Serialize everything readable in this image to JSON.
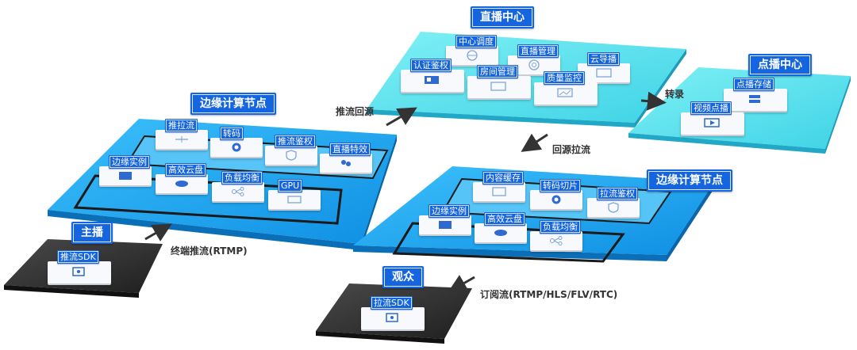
{
  "nodes": {
    "live_center": "直播中心",
    "vod_center": "点播中心",
    "edge_left": "边缘计算节点",
    "edge_right": "边缘计算节点",
    "anchor": "主播",
    "audience": "观众"
  },
  "live_center_modules": [
    "中心调度",
    "直播管理",
    "云导播",
    "认证鉴权",
    "房间管理",
    "质量监控"
  ],
  "vod_center_modules": [
    "点播存储",
    "视频点播"
  ],
  "edge_left_modules": [
    "推拉流",
    "转码",
    "推流鉴权",
    "直播特效",
    "边缘实例",
    "高效云盘",
    "负载均衡",
    "GPU"
  ],
  "edge_right_modules": [
    "内容缓存",
    "转码切片",
    "拉流鉴权",
    "边缘实例",
    "高效云盘",
    "负载均衡"
  ],
  "anchor_module": "推流SDK",
  "audience_module": "拉流SDK",
  "edges": {
    "push_back": "推流回源",
    "transcribe": "转录",
    "pull_back": "回源拉流",
    "terminal_push": "终端推流(RTMP)",
    "subscribe": "订阅流(RTMP/HLS/FLV/RTC)"
  },
  "colors": {
    "edge_platform": "#18a4ee",
    "center_platform": "#5fe2ef",
    "client_platform": "#333333",
    "tag": "#1565e0"
  }
}
